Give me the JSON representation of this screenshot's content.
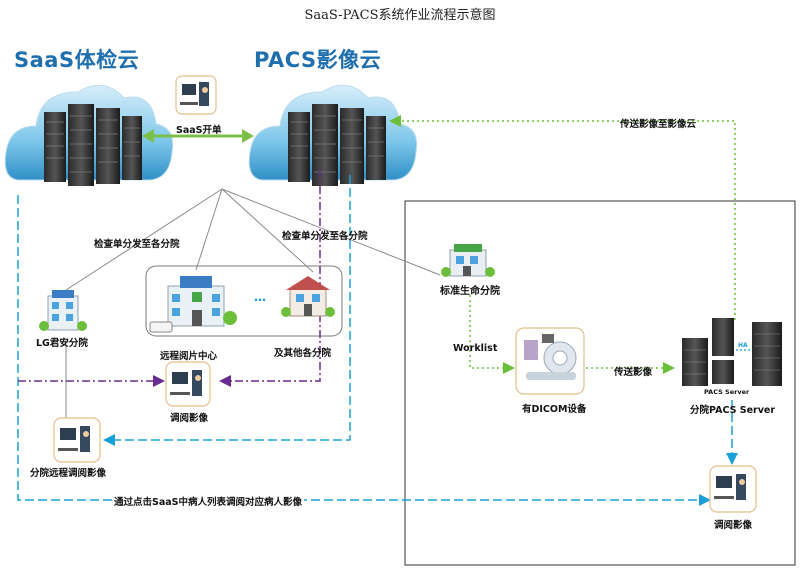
{
  "diagram": {
    "title": "SaaS-PACS系统作业流程示意图",
    "clouds": {
      "saas": {
        "label": "SaaS体检云"
      },
      "pacs": {
        "label": "PACS影像云"
      }
    },
    "labels": {
      "saas_open": "SaaS开单",
      "send_to_cloud": "传送影像至影像云",
      "dispatch_left": "检查单分发至各分院",
      "dispatch_mid": "检查单分发至各分院",
      "branch_standard": "标准生命分院",
      "branch_lg": "LG君安分院",
      "remote_center": "远程阅片中心",
      "other_branches": "及其他各分院",
      "ellipsis": "…",
      "worklist": "Worklist",
      "send_image": "传送影像",
      "dicom_device": "有DICOM设备",
      "pacs_server_caption": "PACS Server",
      "branch_pacs_server": "分院PACS Server",
      "ha": "HA",
      "view_image_center": "调阅影像",
      "remote_view": "分院远程调阅影像",
      "view_image_right": "调阅影像",
      "bottom_note": "通过点击SaaS中病人列表调阅对应病人影像"
    },
    "colors": {
      "cloud_title": "#1f6fae",
      "green_arrow": "#7cc04a",
      "green_dotted": "#6cbf3a",
      "blue_dashed": "#1aa0d8",
      "purple_dashdot": "#6a2c91",
      "gray_line": "#8a8a8a"
    }
  }
}
